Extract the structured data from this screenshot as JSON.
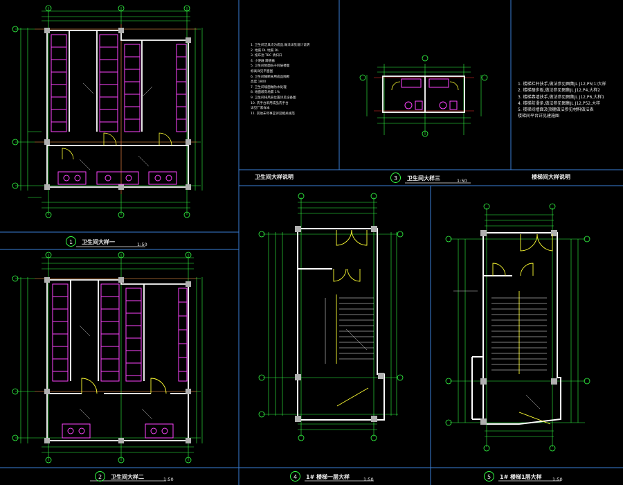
{
  "panels": [
    {
      "number": "1",
      "title": "卫生间大样一",
      "scale": "1:50"
    },
    {
      "number": "2",
      "title": "卫生间大样二",
      "scale": "1:50"
    },
    {
      "number": "3",
      "title": "卫生间大样三",
      "scale": "1:50"
    },
    {
      "number": "4",
      "title": "1# 楼梯一层大样",
      "scale": "1:50"
    },
    {
      "number": "5",
      "title": "1# 楼梯1层大样",
      "scale": "1:50"
    }
  ],
  "notes_left": {
    "title": "卫生间大样说明",
    "lines": [
      "1. 卫生间洁具均为成品,做法详见设计说明",
      "2. 地漏 DL     地漏 DL",
      "3. 拖布池 TBC   清扫口",
      "4. 小便器    蹲便器",
      "5. 卫生间地面低于同层楼面",
      "   标高详见平面图",
      "6. 卫生间隔断采用成品隔断",
      "   高度 1800",
      "7. 卫生间墙面做防水处理",
      "8. 地面坡向地漏 1%",
      "9. 卫生间排风扇位置详见设备图",
      "10. 洗手台采用成品洗手台",
      "    详见厂家样本",
      "11. 其他未尽事宜详见相关规范"
    ]
  },
  "notes_right": {
    "title": "楼梯间大样说明",
    "lines": [
      "1. 楼梯栏杆扶手,做法参见图集JL J12,P5(1)大样",
      "2. 楼梯踏步板,做法参见图集JL J12,P4,大样2",
      "3. 楼梯靠墙扶手,做法参见图集JL J12,P6,大样1",
      "4. 楼梯防滑条,做法参见图集JL J12,P52,大样",
      "5. 楼梯间墙面及顶棚做法参见材料做法表",
      "   楼梯间平台详见建施图"
    ]
  },
  "colors": {
    "background": "#000000",
    "frame": "#3a7fd8",
    "wall": "#ffffff",
    "dimension": "#33ff44",
    "fixture": "#ff44ff",
    "axis": "#ff3333",
    "door": "#ffff33",
    "column": "#b0b0b0",
    "text": "#f0f0f0"
  }
}
